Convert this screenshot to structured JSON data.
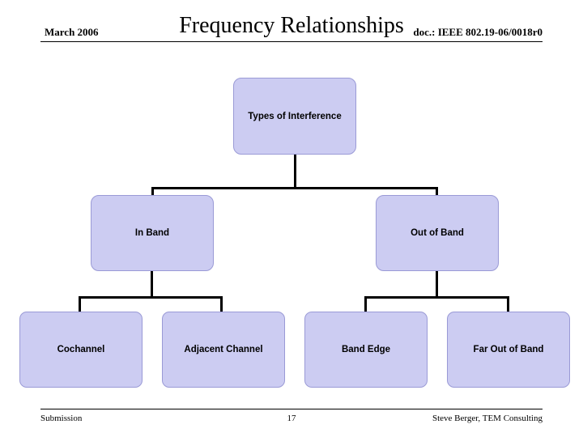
{
  "header": {
    "date": "March 2006",
    "title": "Frequency Relationships",
    "doc_id": "doc.: IEEE 802.19-06/0018r0"
  },
  "footer": {
    "left": "Submission",
    "page": "17",
    "right": "Steve Berger, TEM Consulting"
  },
  "diagram": {
    "root": {
      "label": "Types of Interference"
    },
    "level2": [
      {
        "label": "In Band"
      },
      {
        "label": "Out of Band"
      }
    ],
    "level3": [
      {
        "label": "Cochannel"
      },
      {
        "label": "Adjacent Channel"
      },
      {
        "label": "Band Edge"
      },
      {
        "label": "Far Out of Band"
      }
    ]
  },
  "colors": {
    "node_fill": "#ccccf2",
    "node_border": "#9a9ad6",
    "connector": "#000000"
  }
}
